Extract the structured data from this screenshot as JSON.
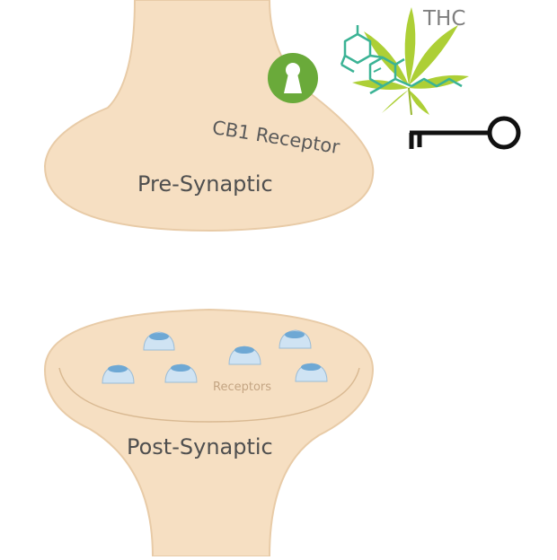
{
  "labels": {
    "pre_synaptic": "Pre-Synaptic",
    "post_synaptic": "Post-Synaptic",
    "cb1_receptor": "CB1 Receptor",
    "thc": "THC",
    "receptors": "Receptors"
  },
  "colors": {
    "neuron_fill": "#f6dfc2",
    "neuron_stroke": "#e8cba7",
    "lock_green": "#6aaa3a",
    "leaf_green": "#a7cc25",
    "molecule_teal": "#3bb395",
    "key_black": "#111111",
    "receptor_blue": "#6ea8d4",
    "receptor_light": "#cfe3f3"
  },
  "icons": {
    "lock": "keyhole-lock-icon",
    "key": "key-icon",
    "leaf": "cannabis-leaf-icon",
    "molecule": "thc-molecule-icon"
  },
  "receptor_count": 6
}
